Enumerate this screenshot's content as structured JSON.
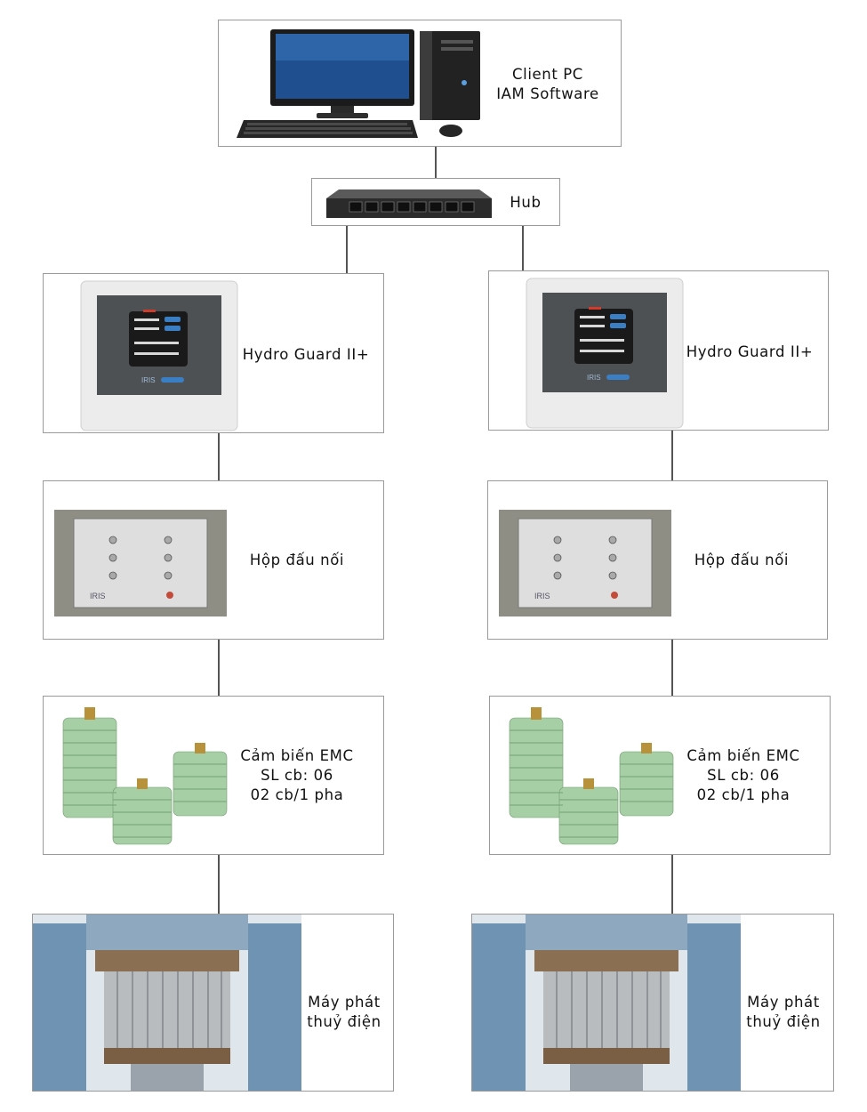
{
  "client": {
    "line1": "Client PC",
    "line2": "IAM Software"
  },
  "hub": {
    "label": "Hub"
  },
  "left": {
    "guard": "Hydro Guard II+",
    "junction": "Hộp đấu nối",
    "sensor": {
      "line1": "Cảm biến EMC",
      "line2": "SL cb: 06",
      "line3": "02 cb/1 pha"
    },
    "generator": {
      "line1": "Máy phát",
      "line2": "thuỷ điện"
    }
  },
  "right": {
    "guard": "Hydro Guard II+",
    "junction": "Hộp đấu nối",
    "sensor": {
      "line1": "Cảm biến EMC",
      "line2": "SL cb: 06",
      "line3": "02 cb/1 pha"
    },
    "generator": {
      "line1": "Máy phát",
      "line2": "thuỷ điện"
    }
  },
  "colors": {
    "connector": "#1a1a1a",
    "box_border": "#9a9a9a",
    "insulator": "#a7cfa6",
    "panel": "#55585c",
    "generator_blue": "#6f94b3"
  }
}
